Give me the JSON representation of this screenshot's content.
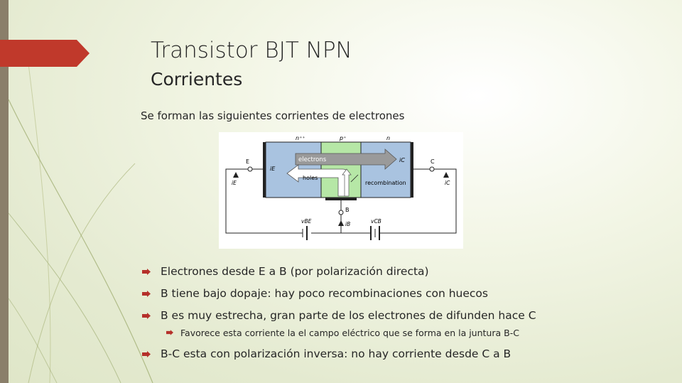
{
  "slide": {
    "title": "Transistor BJT NPN",
    "subtitle": "Corrientes",
    "intro": "Se forman las siguientes corrientes de electrones"
  },
  "diagram": {
    "region_left": "n⁺⁺",
    "region_mid": "p⁺",
    "region_right": "n",
    "label_e": "E",
    "label_c": "C",
    "label_b": "B",
    "label_electrons": "electrons",
    "label_holes": "holes",
    "label_recombination": "recombination",
    "label_ie": "iE",
    "label_ic": "iC",
    "label_ib": "iB",
    "label_vbe": "vBE",
    "label_vcb": "vCB",
    "colors": {
      "n_region": "#a9c3e0",
      "p_region": "#b6e7a6",
      "arrow": "#9a9a9a"
    }
  },
  "bullets": [
    {
      "text": "Electrones desde E a B (por polarización directa)",
      "level": 1
    },
    {
      "text": "B tiene bajo dopaje: hay poco recombinaciones con huecos",
      "level": 1
    },
    {
      "text": "B es muy estrecha, gran parte de los electrones de difunden hace C",
      "level": 1
    },
    {
      "text": "Favorece esta corriente la el campo eléctrico que se forma en la juntura B-C",
      "level": 2
    },
    {
      "text": "B-C esta con polarización inversa:  no hay corriente desde C a B",
      "level": 1
    }
  ],
  "theme": {
    "accent": "#c0392b",
    "bullet_color": "#b5302a",
    "bar_color": "#8a7f6a"
  }
}
